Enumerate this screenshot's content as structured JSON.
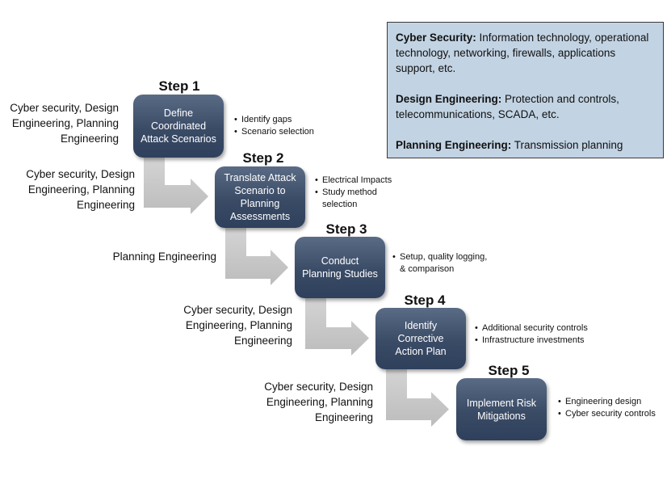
{
  "legend": {
    "entries": [
      {
        "term": "Cyber Security:",
        "desc": " Information technology, operational technology, networking, firewalls, applications support, etc."
      },
      {
        "term": "Design Engineering:",
        "desc": " Protection and controls, telecommunications, SCADA, etc."
      },
      {
        "term": "Planning Engineering:",
        "desc": " Transmission planning"
      }
    ]
  },
  "colors": {
    "box": "#3a4b66",
    "legend_bg": "#c2d3e3",
    "arrow": "#c8c8c8"
  },
  "steps": [
    {
      "title": "Step 1",
      "box_lines": [
        "Define",
        "Coordinated",
        "Attack Scenarios"
      ],
      "team_lines": [
        "Cyber security, Design",
        "Engineering, Planning",
        "Engineering"
      ],
      "bullets": [
        [
          "Identify gaps"
        ],
        [
          "Scenario selection"
        ]
      ]
    },
    {
      "title": "Step 2",
      "box_lines": [
        "Translate Attack",
        "Scenario to",
        "Planning",
        "Assessments"
      ],
      "team_lines": [
        "Cyber security, Design",
        "Engineering, Planning",
        "Engineering"
      ],
      "bullets": [
        [
          "Electrical Impacts"
        ],
        [
          "Study method",
          "selection"
        ]
      ]
    },
    {
      "title": "Step 3",
      "box_lines": [
        "Conduct",
        "Planning Studies"
      ],
      "team_lines": [
        "Planning Engineering"
      ],
      "bullets": [
        [
          "Setup, quality logging,",
          "& comparison"
        ]
      ]
    },
    {
      "title": "Step 4",
      "box_lines": [
        "Identify",
        "Corrective",
        "Action Plan"
      ],
      "team_lines": [
        "Cyber security, Design",
        "Engineering, Planning",
        "Engineering"
      ],
      "bullets": [
        [
          "Additional security controls"
        ],
        [
          "Infrastructure investments"
        ]
      ]
    },
    {
      "title": "Step 5",
      "box_lines": [
        "Implement Risk",
        "Mitigations"
      ],
      "team_lines": [
        "Cyber security, Design",
        "Engineering, Planning",
        "Engineering"
      ],
      "bullets": [
        [
          "Engineering design"
        ],
        [
          "Cyber security controls"
        ]
      ]
    }
  ]
}
